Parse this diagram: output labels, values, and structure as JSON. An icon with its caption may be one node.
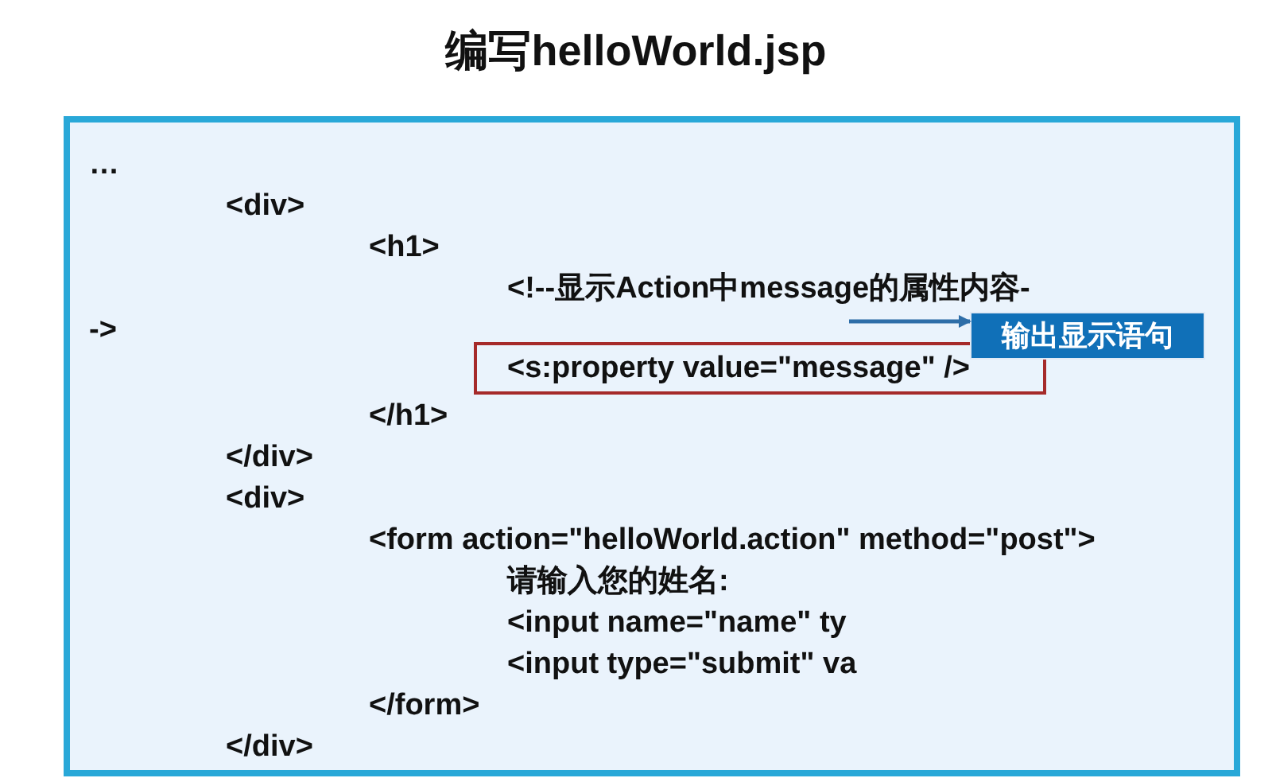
{
  "diagram": {
    "title": "编写helloWorld.jsp",
    "nodes": [
      {
        "text": [
          "…",
          "<div>",
          "<h1>",
          "<!--显示Action中message的属性内容- ->",
          "</h1>",
          "</div>",
          "<div>",
          "<form action=\"helloWorld.action\"  method=\"post\">",
          "请输入您的姓名:",
          "<input name=\"name\" ty",
          "<input type=\"submit\"  va",
          "</form>",
          "</div>"
        ]
      },
      {
        "text": [
          "<s:property value=\"message\" />"
        ],
        "in": 0
      },
      {
        "text": [
          "输出显示语句"
        ],
        "in": 0
      }
    ],
    "edges": [
      {
        "from": null,
        "to": 2,
        "arrow": "to"
      }
    ]
  }
}
